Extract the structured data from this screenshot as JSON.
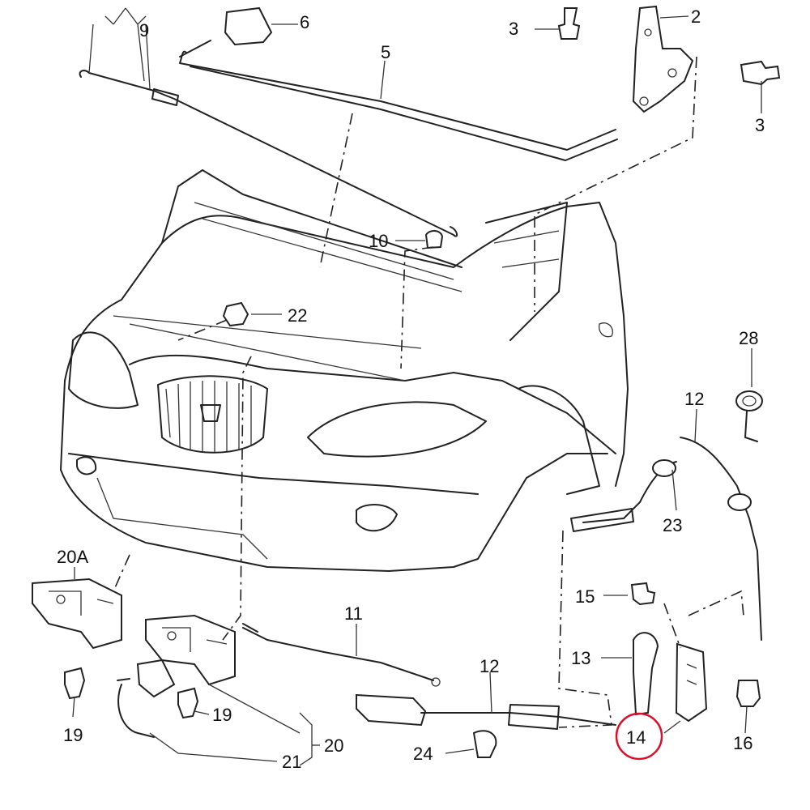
{
  "parts": {
    "p2": "2",
    "p3a": "3",
    "p3b": "3",
    "p5": "5",
    "p6": "6",
    "p9": "9",
    "p10": "10",
    "p11": "11",
    "p12a": "12",
    "p12b": "12",
    "p13": "13",
    "p14": "14",
    "p15": "15",
    "p16": "16",
    "p19a": "19",
    "p19b": "19",
    "p20": "20",
    "p20a": "20A",
    "p21": "21",
    "p22": "22",
    "p23": "23",
    "p24": "24",
    "p28": "28"
  },
  "highlight": {
    "part": "14",
    "color": "#d8102a"
  }
}
